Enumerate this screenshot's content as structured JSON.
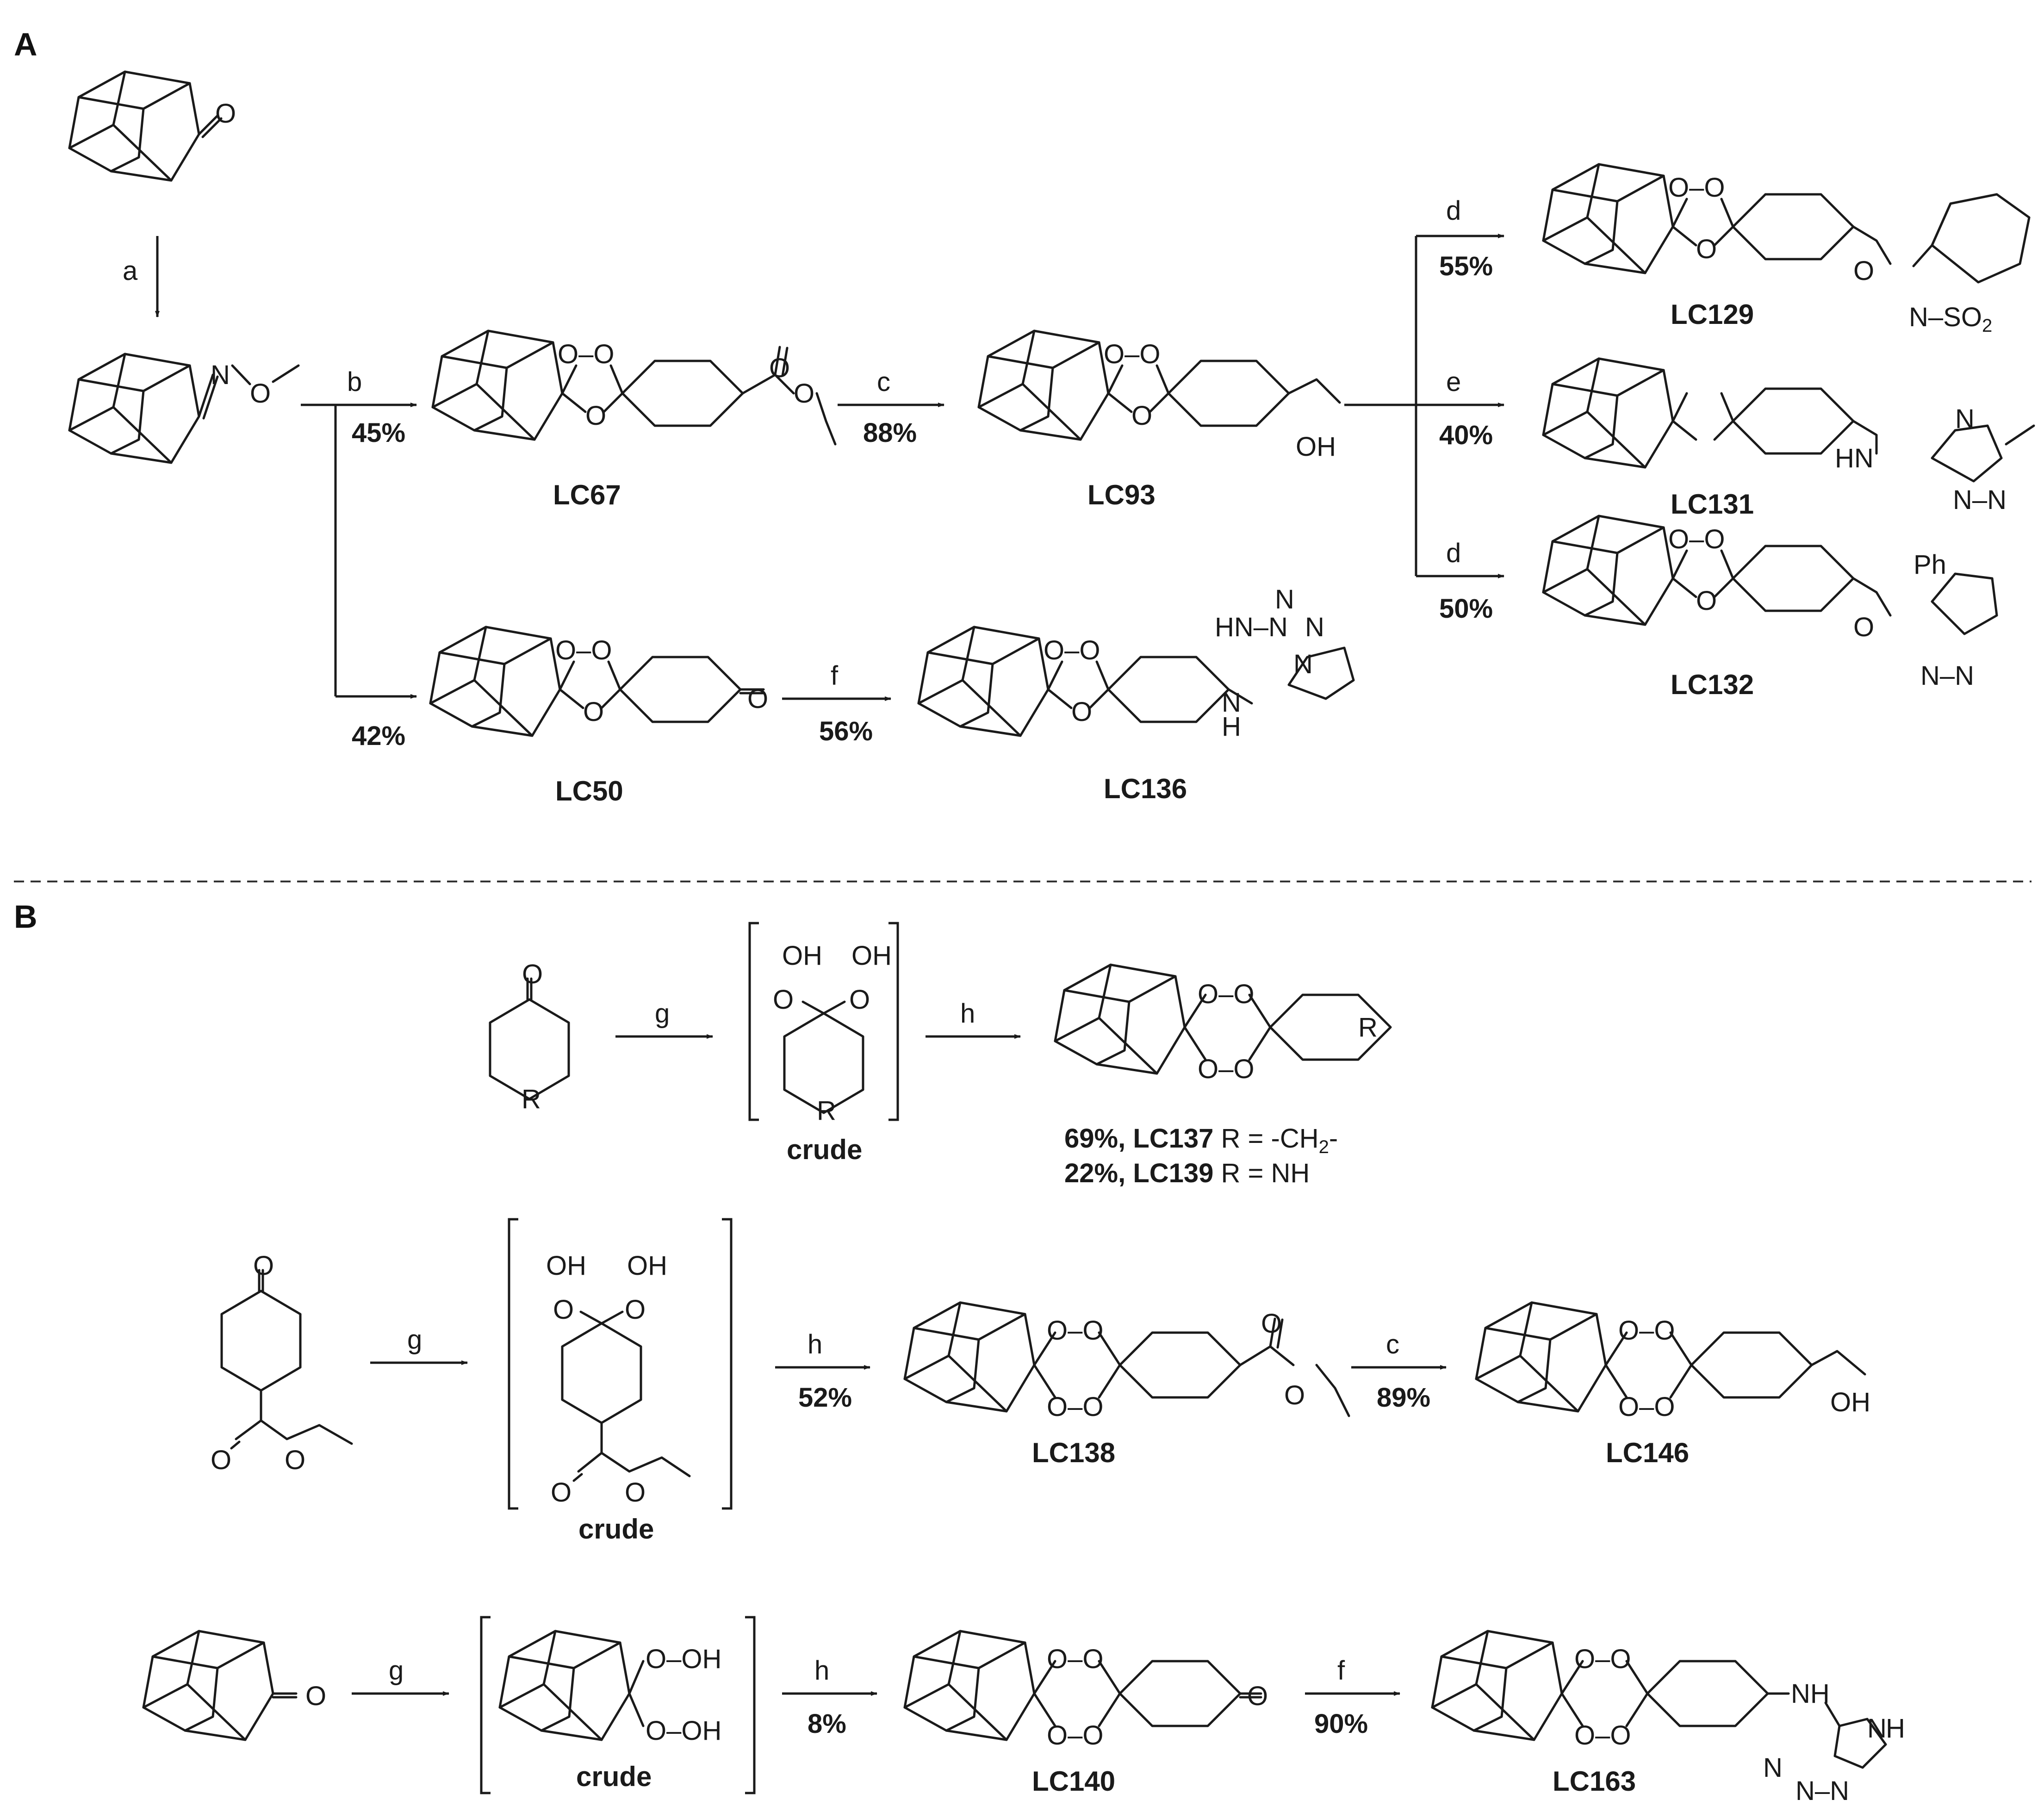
{
  "panels": {
    "a": "A",
    "b": "B"
  },
  "reagents": {
    "a": "a",
    "b": "b",
    "c": "c",
    "d": "d",
    "e": "e",
    "f": "f",
    "g": "g",
    "h": "h"
  },
  "yields": {
    "b_lc67": "45%",
    "b_lc50": "42%",
    "c_lc93": "88%",
    "d_lc129": "55%",
    "e_lc131": "40%",
    "d_lc132": "50%",
    "f_lc136": "56%",
    "h_lc138": "52%",
    "c_lc146": "89%",
    "h_lc140": "8%",
    "f_lc163": "90%"
  },
  "compounds": {
    "lc67": "LC67",
    "lc93": "LC93",
    "lc50": "LC50",
    "lc136": "LC136",
    "lc129": "LC129",
    "lc131": "LC131",
    "lc132": "LC132",
    "lc138": "LC138",
    "lc146": "LC146",
    "lc140": "LC140",
    "lc163": "LC163"
  },
  "crude_label": "crude",
  "lc137_line": {
    "yield": "69%, LC137",
    "r_label": " R = -CH",
    "r_sub": "2",
    "r_end": "-"
  },
  "lc139_line": {
    "yield": "22%, LC139",
    "r_label": " R = NH"
  },
  "atoms": {
    "O": "O",
    "OO": "O–O",
    "OH": "OH",
    "HN": "HN",
    "NH": "NH",
    "N": "N",
    "H": "H",
    "R": "R",
    "Ph": "Ph",
    "SO2": "N–SO",
    "sub2": "2",
    "OOH": "O–OH",
    "HN_N": "HN–N",
    "N_N": "N–N"
  }
}
